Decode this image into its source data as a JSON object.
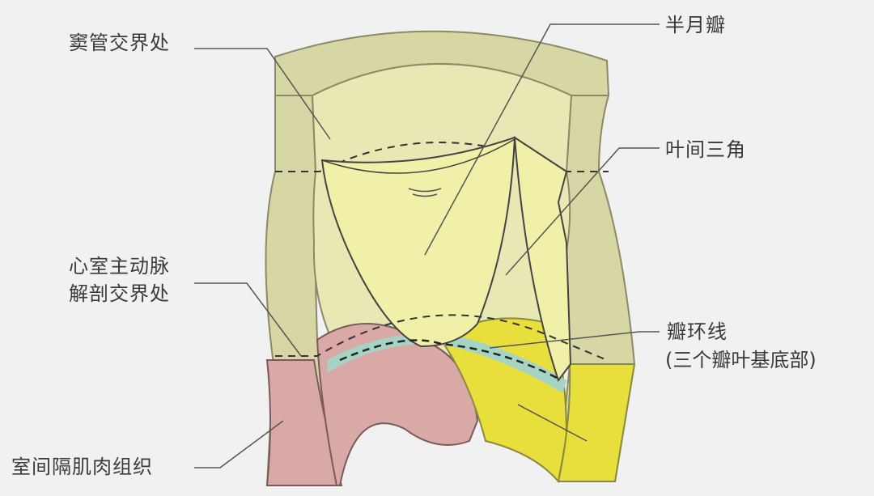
{
  "labels": {
    "sinotubular_junction": "窦管交界处",
    "semilunar_valve": "半月瓣",
    "interleaflet_triangle": "叶间三角",
    "va_junction_line1": "心室主动脉",
    "va_junction_line2": "解剖交界处",
    "annulus_line1": "瓣环线",
    "annulus_line2": "(三个瓣叶基底部)",
    "septal_muscle": "室间隔肌肉组织"
  },
  "colors": {
    "background": "#f1f1f2",
    "aortic_wall": "#d6d7a4",
    "aortic_wall_edge": "#8a8a66",
    "inner_sinus": "#e8e8b5",
    "leaflet": "#f0f0a8",
    "muscle": "#d9a9a6",
    "yellow_tissue": "#e8de3c",
    "annulus_band": "#a6d4c4",
    "leader_line": "#555555"
  }
}
